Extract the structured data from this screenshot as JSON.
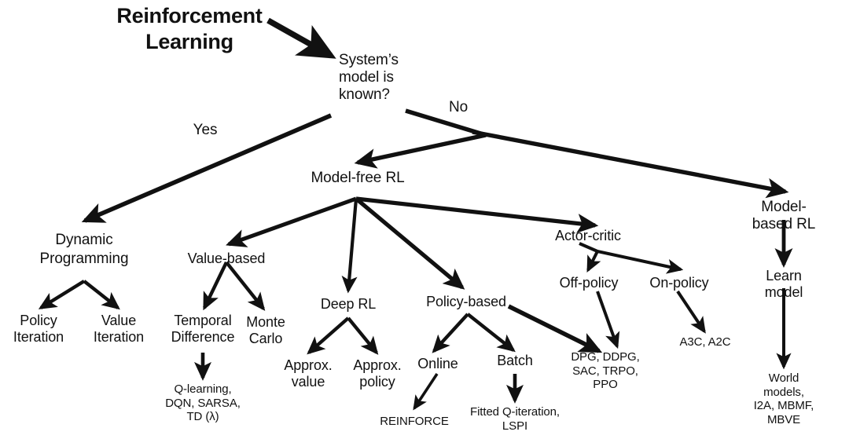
{
  "diagram": {
    "title": "Reinforcement Learning",
    "background_color": "#ffffff",
    "ink_color": "#111111",
    "nodes": {
      "title": "Reinforcement\nLearning",
      "root": "System’s\nmodel is\nknown?",
      "yes_label": "Yes",
      "no_label": "No",
      "dynamic_programming": "Dynamic\nProgramming",
      "policy_iteration": "Policy\nIteration",
      "value_iteration": "Value\nIteration",
      "model_free": "Model-free RL",
      "model_based": "Model-based RL",
      "value_based": "Value-based",
      "temporal_difference": "Temporal\nDifference",
      "monte_carlo": "Monte\nCarlo",
      "td_algorithms": "Q-learning,\nDQN, SARSA,\nTD (λ)",
      "deep_rl": "Deep RL",
      "approx_value": "Approx.\nvalue",
      "approx_policy": "Approx.\npolicy",
      "policy_based": "Policy-based",
      "online": "Online",
      "batch": "Batch",
      "reinforce": "REINFORCE",
      "batch_algorithms": "Fitted Q-iteration,\nLSPI",
      "actor_critic": "Actor-critic",
      "off_policy": "Off-policy",
      "on_policy": "On-policy",
      "off_policy_algorithms": "DPG, DDPG,\nSAC, TRPO,\nPPO",
      "on_policy_algorithms": "A3C, A2C",
      "learn_model": "Learn model",
      "model_based_algorithms": "World models,\nI2A, MBMF, MBVE"
    },
    "edges": [
      {
        "from": "title",
        "to": "root",
        "label": ""
      },
      {
        "from": "root",
        "to": "dynamic_programming",
        "label": "Yes"
      },
      {
        "from": "root",
        "to": "model_free",
        "label": "No"
      },
      {
        "from": "root",
        "to": "model_based",
        "label": "No"
      },
      {
        "from": "dynamic_programming",
        "to": "policy_iteration",
        "label": ""
      },
      {
        "from": "dynamic_programming",
        "to": "value_iteration",
        "label": ""
      },
      {
        "from": "model_free",
        "to": "value_based",
        "label": ""
      },
      {
        "from": "model_free",
        "to": "deep_rl",
        "label": ""
      },
      {
        "from": "model_free",
        "to": "policy_based",
        "label": ""
      },
      {
        "from": "model_free",
        "to": "actor_critic",
        "label": ""
      },
      {
        "from": "value_based",
        "to": "temporal_difference",
        "label": ""
      },
      {
        "from": "value_based",
        "to": "monte_carlo",
        "label": ""
      },
      {
        "from": "temporal_difference",
        "to": "td_algorithms",
        "label": ""
      },
      {
        "from": "deep_rl",
        "to": "approx_value",
        "label": ""
      },
      {
        "from": "deep_rl",
        "to": "approx_policy",
        "label": ""
      },
      {
        "from": "policy_based",
        "to": "online",
        "label": ""
      },
      {
        "from": "policy_based",
        "to": "batch",
        "label": ""
      },
      {
        "from": "policy_based",
        "to": "off_policy_algorithms",
        "label": ""
      },
      {
        "from": "online",
        "to": "reinforce",
        "label": ""
      },
      {
        "from": "batch",
        "to": "batch_algorithms",
        "label": ""
      },
      {
        "from": "actor_critic",
        "to": "off_policy",
        "label": ""
      },
      {
        "from": "actor_critic",
        "to": "on_policy",
        "label": ""
      },
      {
        "from": "off_policy",
        "to": "off_policy_algorithms",
        "label": ""
      },
      {
        "from": "on_policy",
        "to": "on_policy_algorithms",
        "label": ""
      },
      {
        "from": "model_based",
        "to": "learn_model",
        "label": ""
      },
      {
        "from": "learn_model",
        "to": "model_based_algorithms",
        "label": ""
      }
    ]
  }
}
